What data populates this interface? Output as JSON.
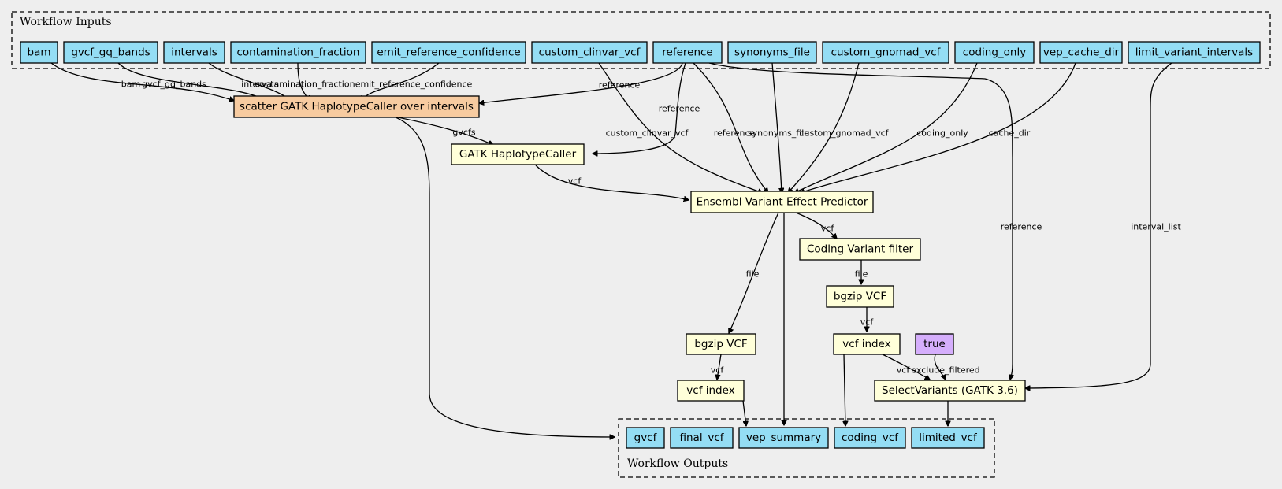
{
  "colors": {
    "io": "#94ddf4",
    "scatter": "#f7cba0",
    "step": "#ffffd9",
    "constant": "#d5aefc",
    "background": "#eeeeee"
  },
  "clusters": {
    "inputs": "Workflow Inputs",
    "outputs": "Workflow Outputs"
  },
  "nodes": {
    "in_bam": "bam",
    "in_gvcf_gq_bands": "gvcf_gq_bands",
    "in_intervals": "intervals",
    "in_contamination_fraction": "contamination_fraction",
    "in_emit_reference_confidence": "emit_reference_confidence",
    "in_custom_clinvar_vcf": "custom_clinvar_vcf",
    "in_reference": "reference",
    "in_synonyms_file": "synonyms_file",
    "in_custom_gnomad_vcf": "custom_gnomad_vcf",
    "in_coding_only": "coding_only",
    "in_vep_cache_dir": "vep_cache_dir",
    "in_limit_variant_intervals": "limit_variant_intervals",
    "scatter": "scatter GATK HaplotypeCaller over intervals",
    "gatk_hc": "GATK HaplotypeCaller",
    "vep": "Ensembl Variant Effect Predictor",
    "coding_filter": "Coding Variant filter",
    "bgzip_coding": "bgzip VCF",
    "bgzip_final": "bgzip VCF",
    "index_coding": "vcf index",
    "index_final": "vcf index",
    "true_const": "true",
    "select_variants": "SelectVariants (GATK 3.6)",
    "out_gvcf": "gvcf",
    "out_final_vcf": "final_vcf",
    "out_vep_summary": "vep_summary",
    "out_coding_vcf": "coding_vcf",
    "out_limited_vcf": "limited_vcf"
  },
  "edge_labels": {
    "bam": "bam",
    "gvcf_gq_bands": "gvcf_gq_bands",
    "intervals": "intervals",
    "contamination_fraction": "contamination_fraction",
    "emit_reference_confidence": "emit_reference_confidence",
    "ref_scatter": "reference",
    "gvcfs": "gvcfs",
    "ref_hc": "reference",
    "custom_clinvar_vcf": "custom_clinvar_vcf",
    "ref_vep": "reference",
    "synonyms_file": "synonyms_file",
    "custom_gnomad_vcf": "custom_gnomad_vcf",
    "coding_only": "coding_only",
    "cache_dir": "cache_dir",
    "hc_vcf": "vcf",
    "vep_vcf": "vcf",
    "vep_file": "file",
    "filter_file": "file",
    "bgzip_coding_vcf": "vcf",
    "bgzip_final_vcf": "vcf",
    "index_coding_vcf": "vcf",
    "exclude_filtered": "exclude_filtered",
    "ref_select": "reference",
    "interval_list": "interval_list"
  }
}
